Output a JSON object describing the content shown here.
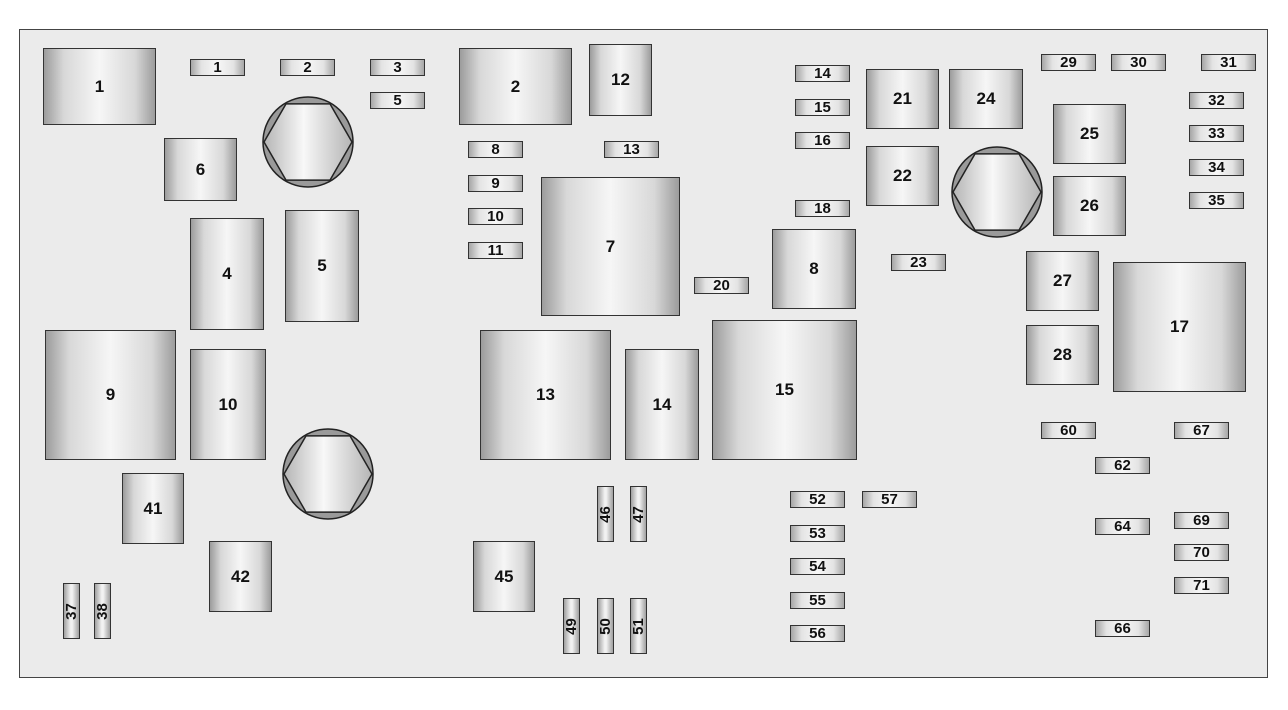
{
  "colors": {
    "background": "#ebebeb",
    "border": "#333333",
    "hex": "#9a9a9a"
  },
  "relays": [
    {
      "id": "relay-1",
      "label": "1"
    },
    {
      "id": "relay-2",
      "label": "2"
    },
    {
      "id": "relay-12",
      "label": "12"
    },
    {
      "id": "relay-6",
      "label": "6"
    },
    {
      "id": "relay-4",
      "label": "4"
    },
    {
      "id": "relay-5",
      "label": "5"
    },
    {
      "id": "relay-9",
      "label": "9"
    },
    {
      "id": "relay-10",
      "label": "10"
    },
    {
      "id": "relay-41",
      "label": "41"
    },
    {
      "id": "relay-42",
      "label": "42"
    },
    {
      "id": "relay-7",
      "label": "7"
    },
    {
      "id": "relay-13",
      "label": "13"
    },
    {
      "id": "relay-14",
      "label": "14"
    },
    {
      "id": "relay-15",
      "label": "15"
    },
    {
      "id": "relay-8",
      "label": "8"
    },
    {
      "id": "relay-45",
      "label": "45"
    },
    {
      "id": "relay-21",
      "label": "21"
    },
    {
      "id": "relay-24",
      "label": "24"
    },
    {
      "id": "relay-22",
      "label": "22"
    },
    {
      "id": "relay-25",
      "label": "25"
    },
    {
      "id": "relay-26",
      "label": "26"
    },
    {
      "id": "relay-27",
      "label": "27"
    },
    {
      "id": "relay-28",
      "label": "28"
    },
    {
      "id": "relay-17",
      "label": "17"
    }
  ],
  "fuses": [
    {
      "id": "fuse-1",
      "label": "1"
    },
    {
      "id": "fuse-2",
      "label": "2"
    },
    {
      "id": "fuse-3",
      "label": "3"
    },
    {
      "id": "fuse-5",
      "label": "5"
    },
    {
      "id": "fuse-8",
      "label": "8"
    },
    {
      "id": "fuse-9",
      "label": "9"
    },
    {
      "id": "fuse-10",
      "label": "10"
    },
    {
      "id": "fuse-11",
      "label": "11"
    },
    {
      "id": "fuse-13",
      "label": "13"
    },
    {
      "id": "fuse-20",
      "label": "20"
    },
    {
      "id": "fuse-14",
      "label": "14"
    },
    {
      "id": "fuse-15",
      "label": "15"
    },
    {
      "id": "fuse-16",
      "label": "16"
    },
    {
      "id": "fuse-18",
      "label": "18"
    },
    {
      "id": "fuse-23",
      "label": "23"
    },
    {
      "id": "fuse-29",
      "label": "29"
    },
    {
      "id": "fuse-30",
      "label": "30"
    },
    {
      "id": "fuse-31",
      "label": "31"
    },
    {
      "id": "fuse-32",
      "label": "32"
    },
    {
      "id": "fuse-33",
      "label": "33"
    },
    {
      "id": "fuse-34",
      "label": "34"
    },
    {
      "id": "fuse-35",
      "label": "35"
    },
    {
      "id": "fuse-60",
      "label": "60"
    },
    {
      "id": "fuse-67",
      "label": "67"
    },
    {
      "id": "fuse-62",
      "label": "62"
    },
    {
      "id": "fuse-64",
      "label": "64"
    },
    {
      "id": "fuse-69",
      "label": "69"
    },
    {
      "id": "fuse-70",
      "label": "70"
    },
    {
      "id": "fuse-71",
      "label": "71"
    },
    {
      "id": "fuse-66",
      "label": "66"
    },
    {
      "id": "fuse-52",
      "label": "52"
    },
    {
      "id": "fuse-57",
      "label": "57"
    },
    {
      "id": "fuse-53",
      "label": "53"
    },
    {
      "id": "fuse-54",
      "label": "54"
    },
    {
      "id": "fuse-55",
      "label": "55"
    },
    {
      "id": "fuse-56",
      "label": "56"
    }
  ],
  "vfuses": [
    {
      "id": "fuse-46",
      "label": "46"
    },
    {
      "id": "fuse-47",
      "label": "47"
    },
    {
      "id": "fuse-37",
      "label": "37"
    },
    {
      "id": "fuse-38",
      "label": "38"
    },
    {
      "id": "fuse-49",
      "label": "49"
    },
    {
      "id": "fuse-50",
      "label": "50"
    },
    {
      "id": "fuse-51",
      "label": "51"
    }
  ],
  "hex_bolts": [
    {
      "id": "hex-bolt-1"
    },
    {
      "id": "hex-bolt-2"
    },
    {
      "id": "hex-bolt-3"
    }
  ]
}
